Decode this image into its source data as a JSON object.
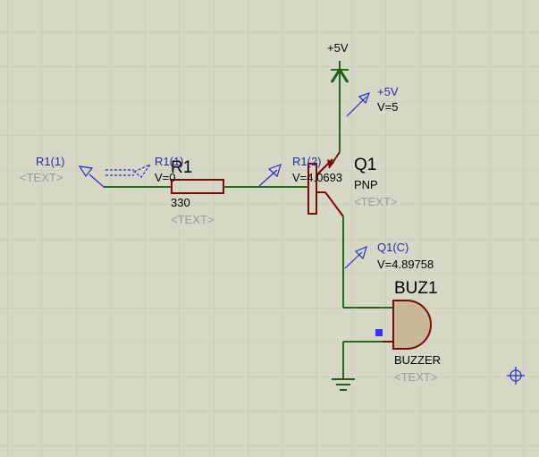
{
  "supply": {
    "label": "+5V"
  },
  "probe_supply": {
    "name": "+5V",
    "value": "V=5"
  },
  "probe_r1_1": {
    "name": "R1(1)",
    "text": "<TEXT>"
  },
  "probe_r1_in": {
    "name": "R1(1)",
    "value": "V=0"
  },
  "probe_r1_2": {
    "name": "R1(2)",
    "value": "V=4.0693"
  },
  "probe_q1c": {
    "name": "Q1(C)",
    "value": "V=4.89758"
  },
  "r1": {
    "ref": "R1",
    "value": "330",
    "text": "<TEXT>"
  },
  "q1": {
    "ref": "Q1",
    "type": "PNP",
    "text": "<TEXT>"
  },
  "buz1": {
    "ref": "BUZ1",
    "type": "BUZZER",
    "text": "<TEXT>"
  },
  "colors": {
    "background": "#d7d7c5",
    "grid": "#c4c4b2",
    "wire": "#1f6b1f",
    "component": "#7a0a0a",
    "probe": "#2a2acc",
    "buzzer_fill": "#c8b893"
  }
}
